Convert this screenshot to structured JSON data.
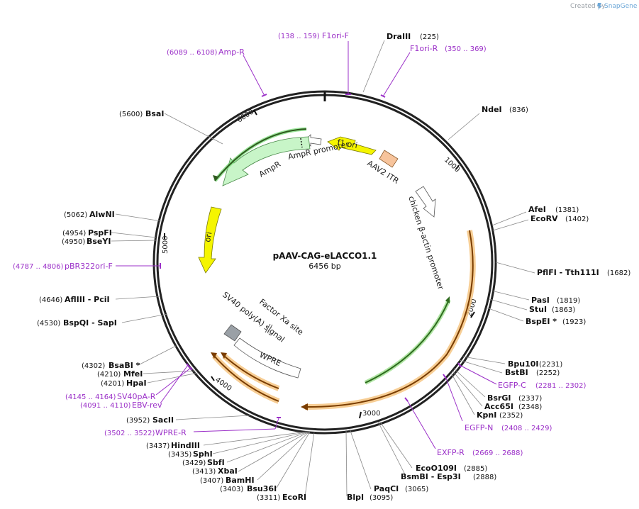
{
  "credit": {
    "prefix": "Created by",
    "brand": "SnapGene"
  },
  "plasmid": {
    "name": "pAAV-CAG-eLACCO1.1",
    "size": "6456 bp"
  },
  "ticks": [
    "1000",
    "2000",
    "3000",
    "4000",
    "5000",
    "6000"
  ],
  "features": {
    "f1ori": "f1 ori",
    "aav2itr": "AAV2 ITR",
    "ampr_promoter": "AmpR promoter",
    "ampr": "AmpR",
    "cba": "chicken β-actin promoter",
    "ori": "ori",
    "sv40": "SV40 poly(A) signal",
    "factorxa": "Factor Xa site",
    "wpre": "WPRE"
  },
  "enzymes": [
    {
      "id": "drai",
      "name": "DraIII",
      "pos": "(225)"
    },
    {
      "id": "ndei",
      "name": "NdeI",
      "pos": "(836)"
    },
    {
      "id": "afei",
      "name": "AfeI",
      "pos": "(1381)"
    },
    {
      "id": "ecorv",
      "name": "EcoRV",
      "pos": "(1402)"
    },
    {
      "id": "pflfi",
      "name": "PflFI - Tth111I",
      "pos": "(1682)"
    },
    {
      "id": "pasi",
      "name": "PasI",
      "pos": "(1819)"
    },
    {
      "id": "stui",
      "name": "StuI",
      "pos": "(1863)"
    },
    {
      "id": "bspei",
      "name": "BspEI *",
      "pos": "(1923)"
    },
    {
      "id": "bpu10i",
      "name": "Bpu10I",
      "pos": "(2231)"
    },
    {
      "id": "bstbi",
      "name": "BstBI",
      "pos": "(2252)"
    },
    {
      "id": "bsrgi",
      "name": "BsrGI",
      "pos": "(2337)"
    },
    {
      "id": "acc65i",
      "name": "Acc65I",
      "pos": "(2348)"
    },
    {
      "id": "kpni",
      "name": "KpnI",
      "pos": "(2352)"
    },
    {
      "id": "ecoo109i",
      "name": "EcoO109I",
      "pos": "(2885)"
    },
    {
      "id": "bsmbi",
      "name": "BsmBI - Esp3I",
      "pos": "(2888)"
    },
    {
      "id": "paqci",
      "name": "PaqCI",
      "pos": "(3065)"
    },
    {
      "id": "blpi",
      "name": "BlpI",
      "pos": "(3095)"
    },
    {
      "id": "ecori",
      "name": "EcoRI",
      "pos": "(3311)"
    },
    {
      "id": "bsu36i",
      "name": "Bsu36I",
      "pos": "(3403)"
    },
    {
      "id": "bamhi",
      "name": "BamHI",
      "pos": "(3407)"
    },
    {
      "id": "xbai",
      "name": "XbaI",
      "pos": "(3413)"
    },
    {
      "id": "sbfi",
      "name": "SbfI",
      "pos": "(3429)"
    },
    {
      "id": "sphi",
      "name": "SphI",
      "pos": "(3435)"
    },
    {
      "id": "hindiii",
      "name": "HindIII",
      "pos": "(3437)"
    },
    {
      "id": "sacii",
      "name": "SacII",
      "pos": "(3952)"
    },
    {
      "id": "hpai",
      "name": "HpaI",
      "pos": "(4201)"
    },
    {
      "id": "mfei",
      "name": "MfeI",
      "pos": "(4210)"
    },
    {
      "id": "bsabi",
      "name": "BsaBI *",
      "pos": "(4302)"
    },
    {
      "id": "bspqi",
      "name": "BspQI - SapI",
      "pos": "(4530)"
    },
    {
      "id": "afliii",
      "name": "AflIII - PciI",
      "pos": "(4646)"
    },
    {
      "id": "bseyi",
      "name": "BseYI",
      "pos": "(4950)"
    },
    {
      "id": "pspfi",
      "name": "PspFI",
      "pos": "(4954)"
    },
    {
      "id": "alwni",
      "name": "AlwNI",
      "pos": "(5062)"
    },
    {
      "id": "bsai",
      "name": "BsaI",
      "pos": "(5600)"
    }
  ],
  "primers": [
    {
      "id": "f1orif",
      "name": "F1ori-F",
      "pos": "(138 .. 159)"
    },
    {
      "id": "f1orir",
      "name": "F1ori-R",
      "pos": "(350 .. 369)"
    },
    {
      "id": "ampr",
      "name": "Amp-R",
      "pos": "(6089 .. 6108)"
    },
    {
      "id": "pbr322",
      "name": "pBR322ori-F",
      "pos": "(4787 .. 4806)"
    },
    {
      "id": "egfpc",
      "name": "EGFP-C",
      "pos": "(2281 .. 2302)"
    },
    {
      "id": "egfpn",
      "name": "EGFP-N",
      "pos": "(2408 .. 2429)"
    },
    {
      "id": "exfpr",
      "name": "EXFP-R",
      "pos": "(2669 .. 2688)"
    },
    {
      "id": "sv40par",
      "name": "SV40pA-R",
      "pos": "(4145 .. 4164)"
    },
    {
      "id": "ebvrev",
      "name": "EBV-rev",
      "pos": "(4091 .. 4110)"
    },
    {
      "id": "wprer",
      "name": "WPRE-R",
      "pos": "(3502 .. 3522)"
    }
  ]
}
